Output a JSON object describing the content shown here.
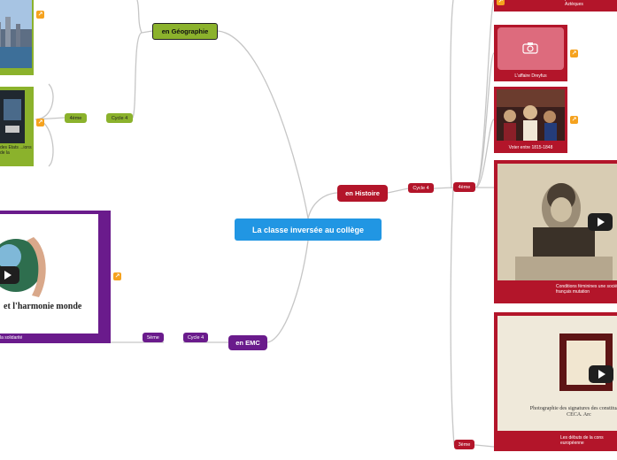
{
  "central": {
    "label": "La classe inversée au collège"
  },
  "branches": {
    "histoire": {
      "label": "en Histoire",
      "color": "#b3152a"
    },
    "emc": {
      "label": "en EMC",
      "color": "#6a1b8c"
    },
    "geographie": {
      "label": "en Géographie",
      "color": "#8bb22c"
    }
  },
  "tags": {
    "cycle4_histoire": "Cycle 4",
    "h_4eme": "4ème",
    "h_3eme": "3ème",
    "cycle4_emc": "Cycle 4",
    "emc_5eme": "5ème",
    "cycle4_geo": "Cycle 4",
    "geo_4eme": "4ème"
  },
  "cards": {
    "azteques": {
      "caption": "précolombiennes : l... des Aztèques"
    },
    "dreyfus": {
      "caption": "L'affaire Dreyfus"
    },
    "voter": {
      "caption": "Voter entre 1815-1848"
    },
    "feminine": {
      "caption": "Conditions féminines une société français mutation"
    },
    "ceca": {
      "caption": "Les débuts de la cons européenne",
      "image_text": "Photographie des signatures des constituant la CECA. Arc"
    },
    "emc_video": {
      "caption": "la solidarité",
      "image_text": "et l'harmonie monde"
    },
    "geo_usa": {
      "caption": "des Etats ...ions de la"
    }
  },
  "icons": {
    "link": "link-icon",
    "play": "play-icon",
    "camera": "camera-icon"
  }
}
